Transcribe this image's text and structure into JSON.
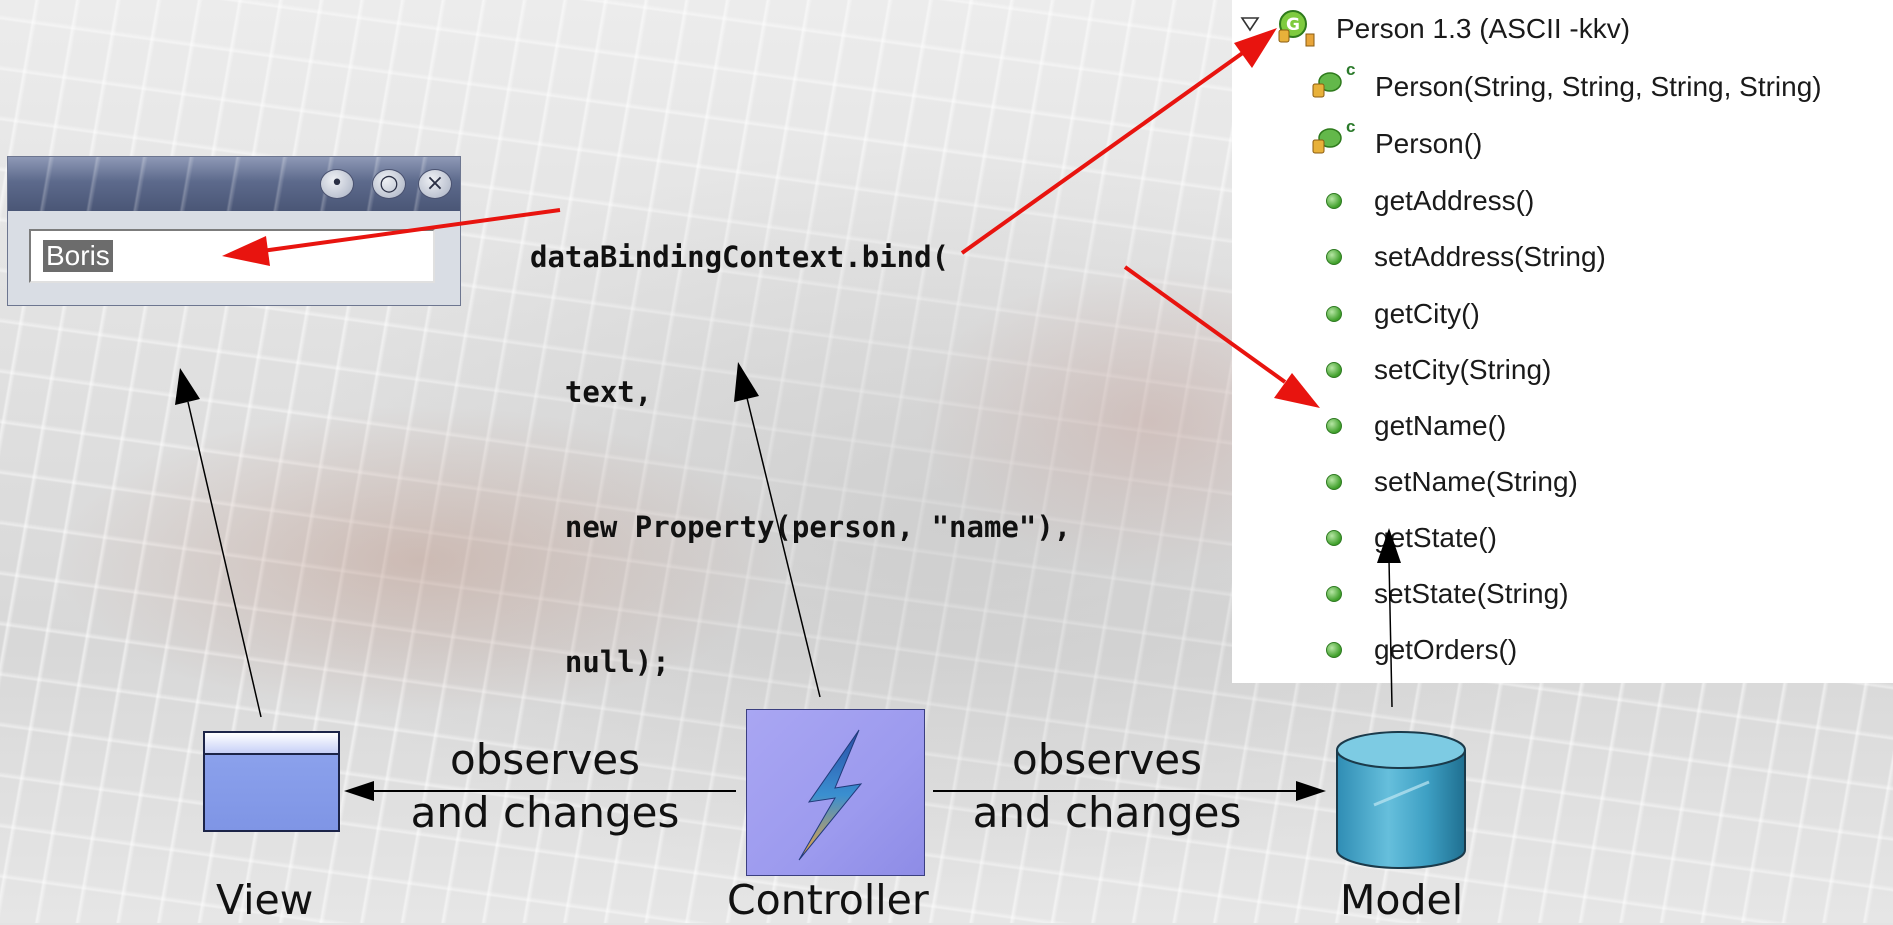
{
  "window": {
    "field_value": "Boris"
  },
  "code": {
    "lines": [
      "dataBindingContext.bind(",
      "  text,",
      "  new Property(person, \"name\"),",
      "  null);"
    ]
  },
  "outline": {
    "class_label": "Person  1.3  (ASCII -kkv)",
    "members": [
      "Person(String, String, String, String)",
      "Person()",
      "getAddress()",
      "setAddress(String)",
      "getCity()",
      "setCity(String)",
      "getName()",
      "setName(String)",
      "getState()",
      "setState(String)",
      "getOrders()"
    ],
    "constructor_marker": "c"
  },
  "diagram": {
    "left_edge_label_line1": "observes",
    "left_edge_label_line2": "and changes",
    "right_edge_label_line1": "observes",
    "right_edge_label_line2": "and changes",
    "view_label": "View",
    "controller_label": "Controller",
    "model_label": "Model"
  },
  "colors": {
    "pointer_arrow": "#e8140f",
    "structure_arrow": "#000000",
    "view_fill": "#8ea4ee",
    "controller_fill": "#a9a6f3",
    "model_fill": "#3ea0c4"
  },
  "icons": {
    "window_buttons": [
      "minimize-icon",
      "maximize-icon",
      "close-icon"
    ],
    "outline": [
      "collapse-triangle-icon",
      "class-icon",
      "constructor-icon",
      "public-method-icon"
    ],
    "diagram": [
      "window-icon",
      "lightning-icon",
      "database-cylinder-icon"
    ]
  }
}
